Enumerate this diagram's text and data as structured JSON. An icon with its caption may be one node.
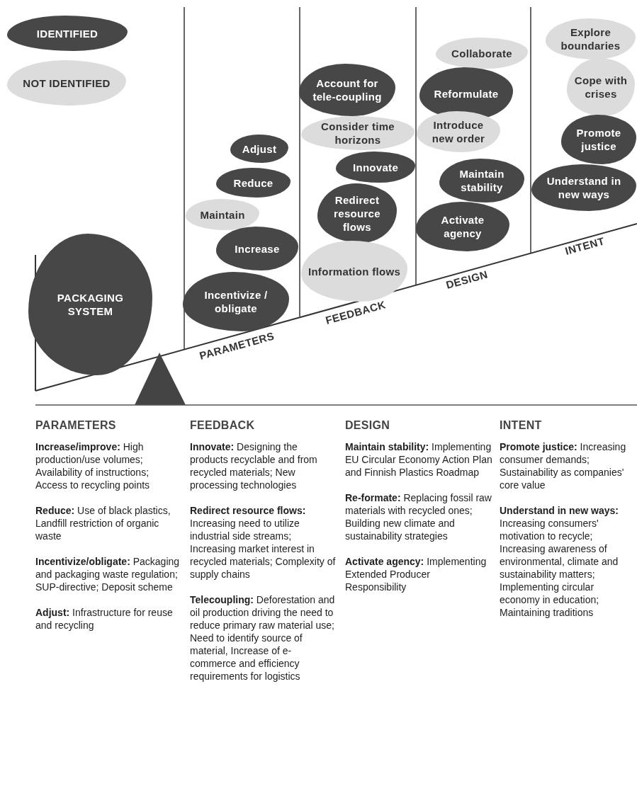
{
  "diagram": {
    "nodes": [
      {
        "text": [
          "PACKAGING SYSTEM"
        ]
      },
      {
        "text": [
          "Adjust"
        ]
      },
      {
        "text": [
          "Reduce"
        ]
      },
      {
        "text": [
          "Maintain"
        ]
      },
      {
        "text": [
          "Increase"
        ]
      },
      {
        "text": [
          "Incentivize / obligate"
        ]
      },
      {
        "text": [
          "Account for tele-coupling"
        ]
      },
      {
        "text": [
          "Consider time horizons"
        ]
      },
      {
        "text": [
          "Innovate"
        ]
      },
      {
        "text": [
          "Redirect resource flows"
        ]
      },
      {
        "text": [
          "Information flows"
        ]
      },
      {
        "text": [
          "Collaborate"
        ]
      },
      {
        "text": [
          "Reformulate"
        ]
      },
      {
        "text": [
          "Introduce new order"
        ]
      },
      {
        "text": [
          "Maintain stability"
        ]
      },
      {
        "text": [
          "Activate agency"
        ]
      },
      {
        "text": [
          "Explore boundaries"
        ]
      },
      {
        "text": [
          "Cope with crises"
        ]
      },
      {
        "text": [
          "Promote justice"
        ]
      },
      {
        "text": [
          "Understand in new ways"
        ]
      }
    ],
    "labels": [
      "PARAMETERS",
      "FEEDBACK",
      "DESIGN",
      "INTENT",
      "PARAMETERS",
      "**Increase/improve:** High production/use volumes; Availability of instructions; Access to recycling points",
      "**Reduce:** Use of black plastics, Landfill restriction of organic waste",
      "**Incentivize/obligate:** Packaging and packaging waste regulation; SUP-directive; Deposit scheme",
      "**Adjust:** Infrastructure for reuse and recycling",
      "FEEDBACK",
      "**Innovate:** Designing the products recyclable and from recycled materials; New processing technologies",
      "**Redirect resource flows:** Increasing need to utilize industrial side streams; Increasing market interest in recycled materials; Complexity of supply chains",
      "**Telecoupling:** Deforestation and oil production driving the need to reduce primary raw material use; Need to identify source of material, Increase of e-commerce and efficiency requirements for logistics",
      "DESIGN",
      "**Maintain stability:** Implementing EU Circular Economy Action Plan and Finnish Plastics Roadmap",
      "**Re-formate:** Replacing fossil raw materials with recycled ones; Building new climate and sustainability strategies",
      "**Activate agency:** Implementing Extended Producer Responsibility",
      "INTENT",
      "**Promote justice:** Increasing consumer demands; Sustainability as companies' core value",
      "**Understand in new ways:** Increasing consumers' motivation to recycle; Increasing awareness of environmental, climate and sustainability matters; Implementing circular economy in education; Maintaining traditions"
    ],
    "legend": [
      {
        "text": "IDENTIFIED",
        "color": "#474747"
      },
      {
        "text": "NOT IDENTIFIED",
        "color": "#dcdcdc"
      }
    ]
  }
}
